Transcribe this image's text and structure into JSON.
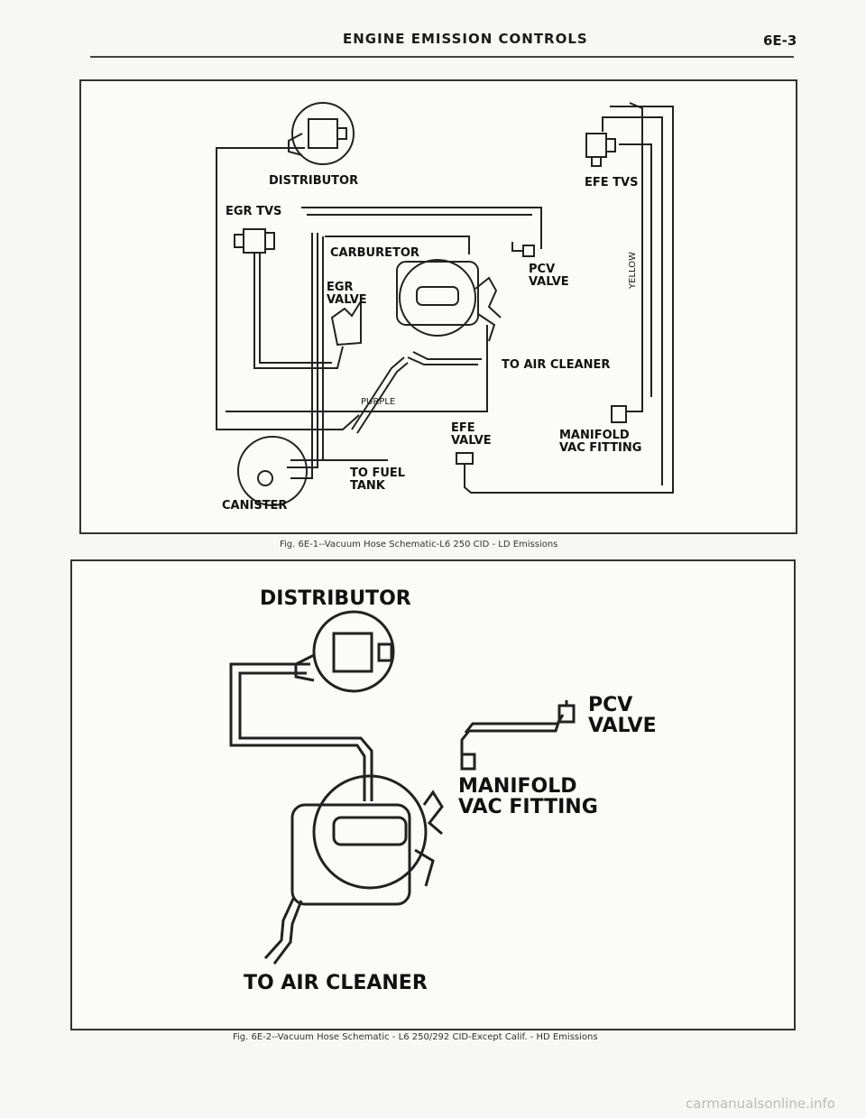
{
  "header": {
    "title": "ENGINE EMISSION CONTROLS",
    "page": "6E-3"
  },
  "figure1": {
    "caption": "Fig. 6E-1--Vacuum Hose Schematic-L6 250 CID - LD Emissions",
    "labels": {
      "distributor": "DISTRIBUTOR",
      "efe_tvs": "EFE TVS",
      "egr_tvs": "EGR TVS",
      "carburetor": "CARBURETOR",
      "pcv_valve": "PCV\nVALVE",
      "egr_valve": "EGR\nVALVE",
      "yellow": "YELLOW",
      "to_air_cleaner": "TO AIR CLEANER",
      "purple": "PURPLE",
      "efe_valve": "EFE\nVALVE",
      "manifold": "MANIFOLD\nVAC FITTING",
      "to_fuel_tank": "TO FUEL\nTANK",
      "canister": "CANISTER"
    }
  },
  "figure2": {
    "caption": "Fig. 6E-2--Vacuum Hose Schematic - L6 250/292 CID-Except Calif. - HD Emissions",
    "labels": {
      "distributor": "DISTRIBUTOR",
      "pcv_valve": "PCV\nVALVE",
      "manifold": "MANIFOLD\nVAC FITTING",
      "to_air_cleaner": "TO AIR CLEANER"
    }
  },
  "footer": {
    "watermark": "carmanualsonline.info"
  }
}
